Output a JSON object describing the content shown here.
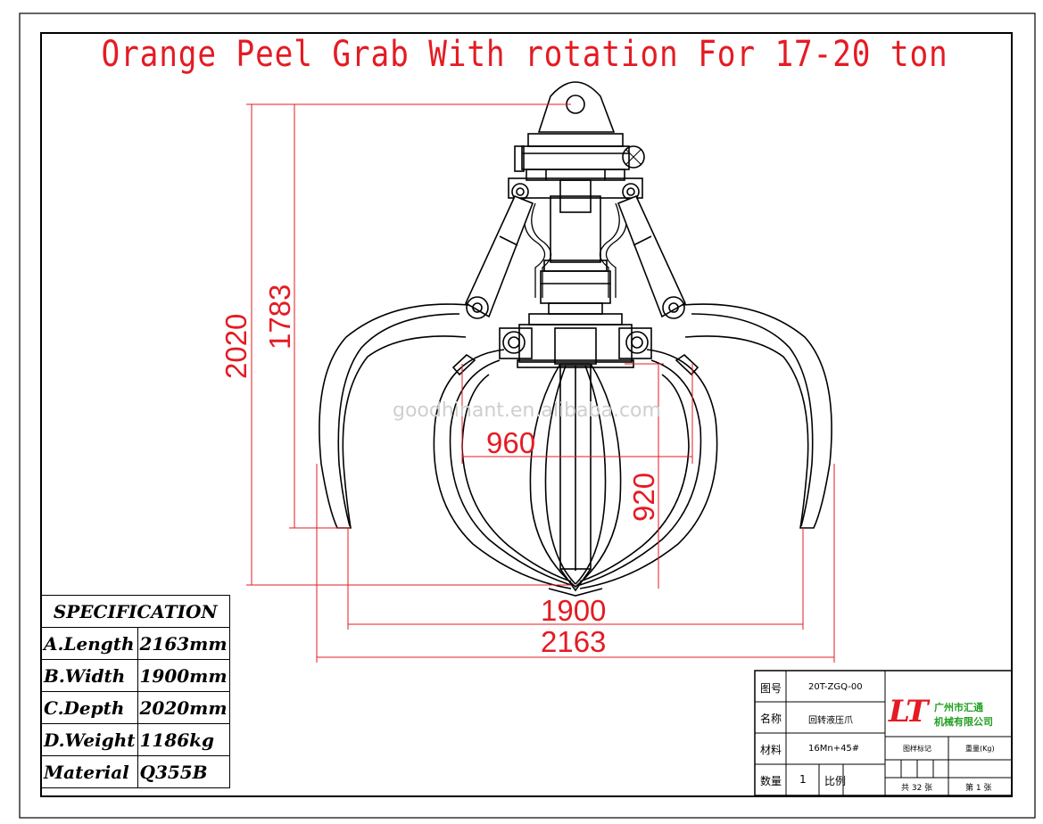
{
  "title": "Orange Peel Grab With rotation For 17-20 ton",
  "watermark": "goodhinant.en.alibaba.com",
  "dimensions": {
    "overall_height": "2020",
    "inner_height": "1783",
    "inner_width": "960",
    "inner_depth": "920",
    "open_width": "1900",
    "overall_width": "2163"
  },
  "specification": {
    "heading": "SPECIFICATION",
    "rows": [
      {
        "label": "A.Length",
        "value": "2163mm"
      },
      {
        "label": "B.Width",
        "value": "1900mm"
      },
      {
        "label": "C.Depth",
        "value": "2020mm"
      },
      {
        "label": "D.Weight",
        "value": "1186kg"
      },
      {
        "label": "Material",
        "value": "Q355B"
      }
    ]
  },
  "title_block": {
    "drawing_no_label": "图号",
    "drawing_no": "20T-ZGQ-00",
    "name_label": "名称",
    "name": "回转液压爪",
    "material_label": "材料",
    "material": "16Mn+45#",
    "qty_label": "数量",
    "qty": "1",
    "scale_label": "比例",
    "sheet_mark_label": "图样标记",
    "weight_label": "重量(Kg)",
    "total_sheets": "共 32 张",
    "sheet_no": "第 1 张",
    "logo": "LT",
    "company_line1": "广州市汇通",
    "company_line2": "机械有限公司"
  },
  "colors": {
    "dimension": "#e41b23",
    "drawing": "#000000",
    "company": "#20a020"
  }
}
